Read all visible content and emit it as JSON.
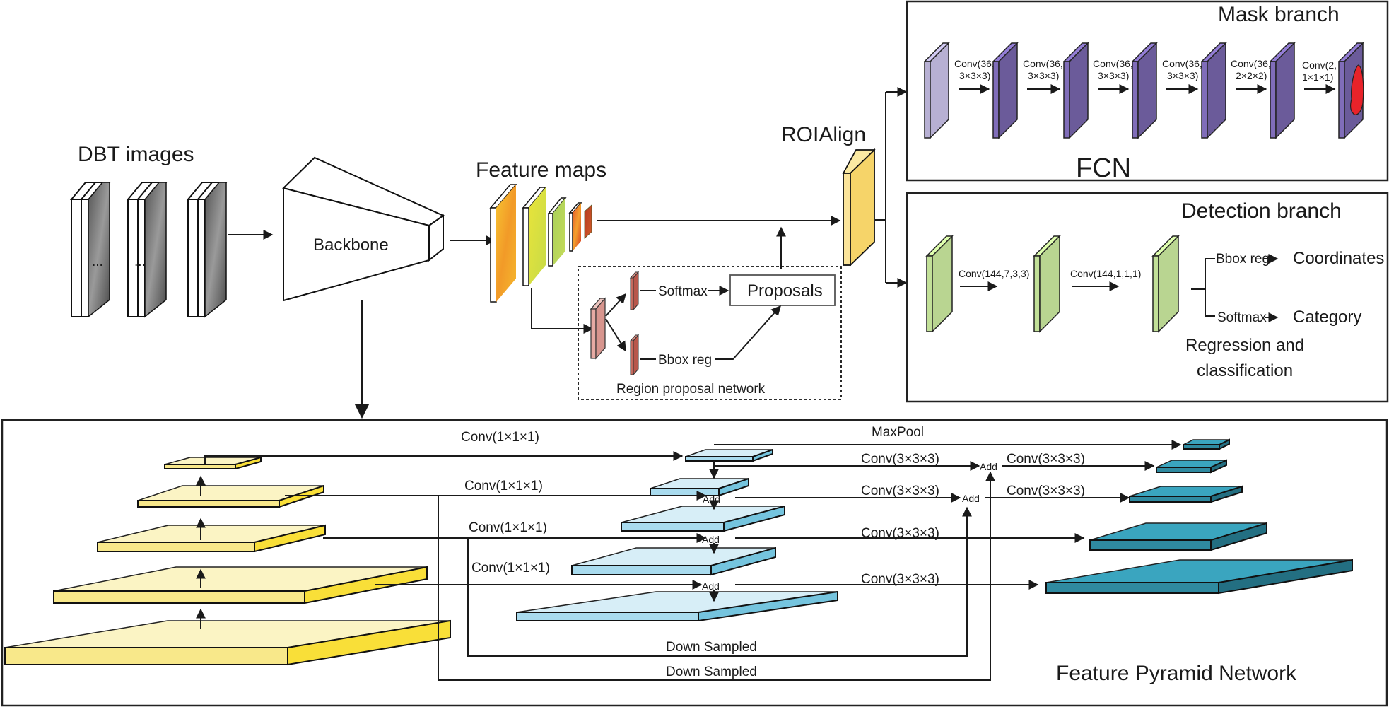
{
  "title": "Mask R-CNN with Feature Pyramid Network for DBT images",
  "input": {
    "label": "DBT images",
    "ellipsis": "..."
  },
  "backbone": {
    "label": "Backbone"
  },
  "feature_maps": {
    "label": "Feature maps"
  },
  "roialign": {
    "label": "ROIAlign"
  },
  "rpn": {
    "label": "Region proposal network",
    "softmax": "Softmax",
    "bbox_reg": "Bbox reg",
    "proposals": "Proposals"
  },
  "mask_branch": {
    "title": "Mask branch",
    "subtitle": "FCN",
    "convs": [
      {
        "l1": "Conv(36,",
        "l2": "3×3×3)"
      },
      {
        "l1": "Conv(36,",
        "l2": "3×3×3)"
      },
      {
        "l1": "Conv(36,",
        "l2": "3×3×3)"
      },
      {
        "l1": "Conv(36,",
        "l2": "3×3×3)"
      },
      {
        "l1": "Conv(36,",
        "l2": "2×2×2)"
      },
      {
        "l1": "Conv(2,",
        "l2": "1×1×1)"
      }
    ]
  },
  "detection_branch": {
    "title": "Detection branch",
    "convs": [
      "Conv(144,7,3,3)",
      "Conv(144,1,1,1)"
    ],
    "bbox_reg": "Bbox reg",
    "softmax": "Softmax",
    "coordinates": "Coordinates",
    "category": "Category",
    "caption_l1": "Regression and",
    "caption_l2": "classification"
  },
  "fpn": {
    "title": "Feature Pyramid Network",
    "lateral": [
      "Conv(1×1×1)",
      "Conv(1×1×1)",
      "Conv(1×1×1)",
      "Conv(1×1×1)"
    ],
    "maxpool": "MaxPool",
    "output_convs": [
      "Conv(3×3×3)",
      "Conv(3×3×3)",
      "Conv(3×3×3)",
      "Conv(3×3×3)",
      "Conv(3×3×3)",
      "Conv(3×3×3)"
    ],
    "add": "Add",
    "down_sampled": [
      "Down Sampled",
      "Down Sampled"
    ]
  },
  "colors": {
    "mask_layer_first": "#b7b0d3",
    "mask_layer": "#6b5b9a",
    "mask_red": "#e8232a",
    "det_layer": "#b9d591",
    "rpn_light": "#d99a94",
    "rpn_dark": "#c0655b",
    "roi": "#f6d469",
    "yellow_top": "#fbf4c4",
    "yellow_side": "#f9df38",
    "lightblue_top": "#d7eef7",
    "lightblue_side": "#75c4de",
    "teal_top": "#3aa5bf",
    "teal_side": "#236f82"
  }
}
